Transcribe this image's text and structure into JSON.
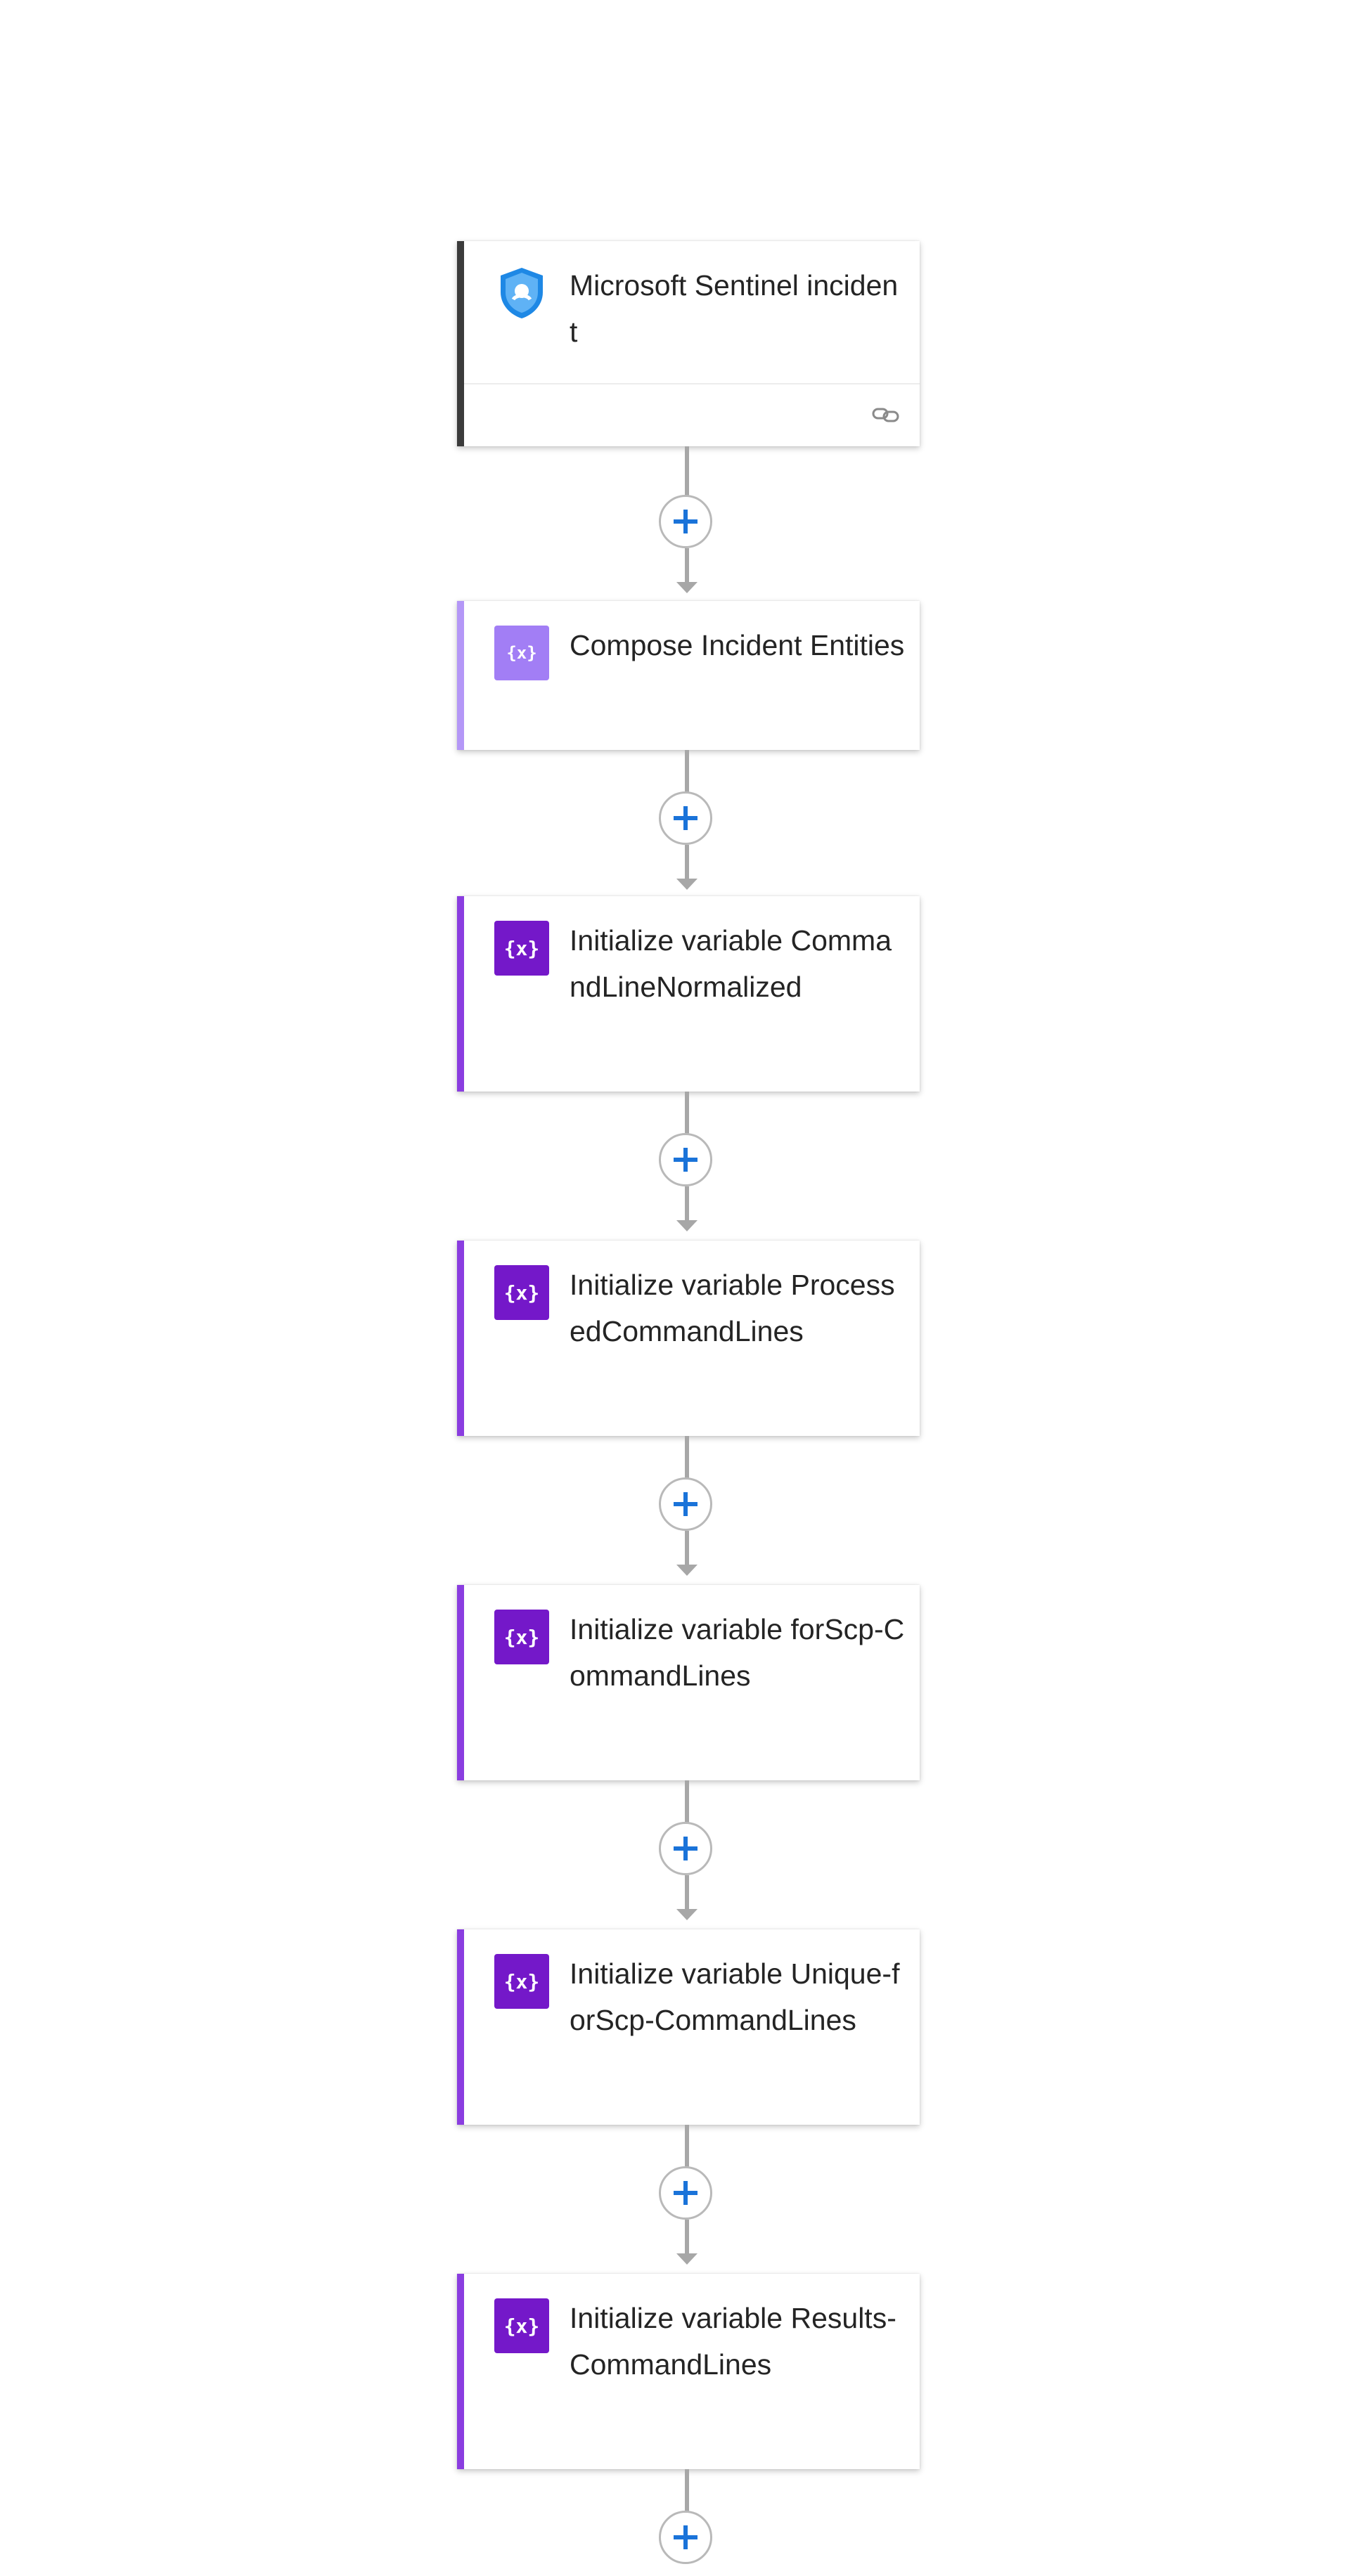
{
  "steps": [
    {
      "type": "trigger",
      "icon": "sentinel-shield-icon",
      "title": "Microsoft Sentinel incident"
    },
    {
      "type": "compose",
      "icon": "compose-icon",
      "icon_text": "{x}",
      "title": "Compose Incident Entities"
    },
    {
      "type": "variable",
      "icon": "variable-icon",
      "icon_text": "{x}",
      "title": "Initialize variable CommandLineNormalized"
    },
    {
      "type": "variable",
      "icon": "variable-icon",
      "icon_text": "{x}",
      "title": "Initialize variable ProcessedCommandLines"
    },
    {
      "type": "variable",
      "icon": "variable-icon",
      "icon_text": "{x}",
      "title": "Initialize variable forScp-CommandLines"
    },
    {
      "type": "variable",
      "icon": "variable-icon",
      "icon_text": "{x}",
      "title": "Initialize variable Unique-forScp-CommandLines"
    },
    {
      "type": "variable",
      "icon": "variable-icon",
      "icon_text": "{x}",
      "title": "Initialize variable Results-CommandLines"
    }
  ],
  "colors": {
    "trigger_accent": "#3b3b3b",
    "compose_accent": "#b497f7",
    "variable_accent": "#8a3de0",
    "variable_icon_bg": "#7418c9",
    "add_button_plus": "#1a73d9",
    "connector": "#a7a7a7",
    "sentinel_blue": "#1e88e5"
  }
}
